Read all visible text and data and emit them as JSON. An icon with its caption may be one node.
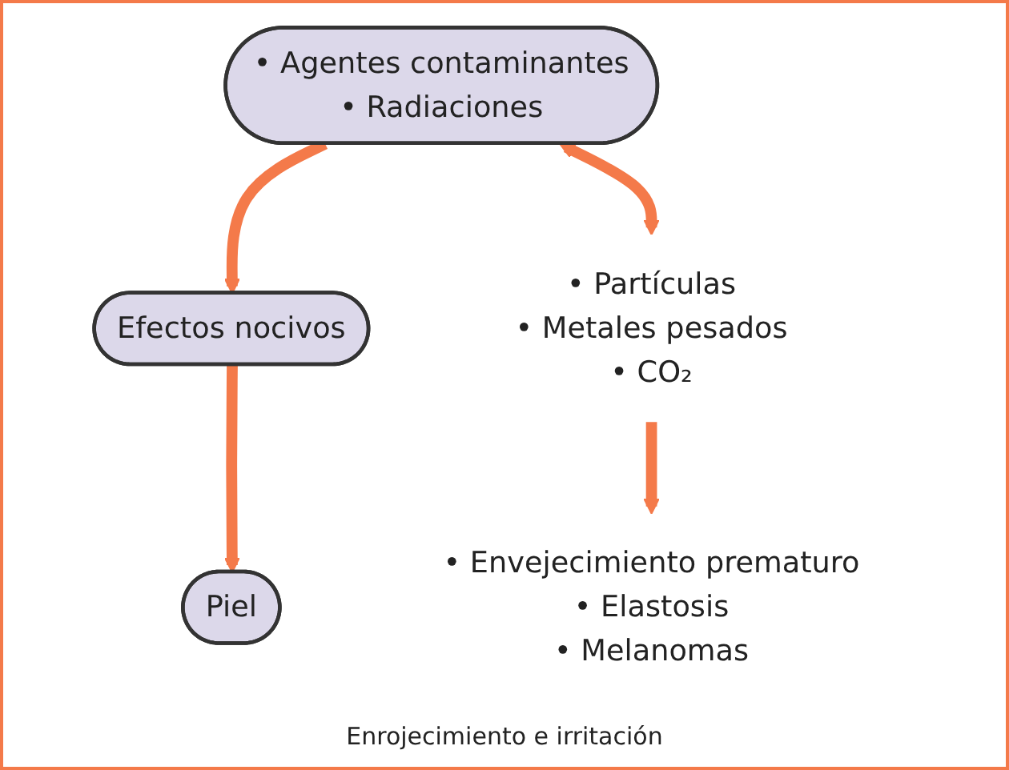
{
  "diagram": {
    "nodes": [
      {
        "text": [
          "• Agentes contaminantes",
          "• Radiaciones"
        ]
      },
      {
        "text": [
          "Efectos nocivos"
        ]
      },
      {
        "text": [
          "Piel"
        ]
      },
      {
        "text": [
          "• Partículas",
          "• Metales pesados",
          "• CO₂"
        ]
      },
      {
        "text": [
          "• Envejecimiento prematuro",
          "• Elastosis",
          "• Melanomas"
        ]
      }
    ],
    "edges": [
      {
        "from": 0,
        "to": 1,
        "arrow": "to"
      },
      {
        "from": 1,
        "to": 2,
        "arrow": "to"
      },
      {
        "from": 0,
        "to": 3,
        "arrow": "both"
      },
      {
        "from": 3,
        "to": 4,
        "arrow": "to"
      }
    ],
    "labels": [
      "Enrojecimiento e irritación"
    ]
  }
}
